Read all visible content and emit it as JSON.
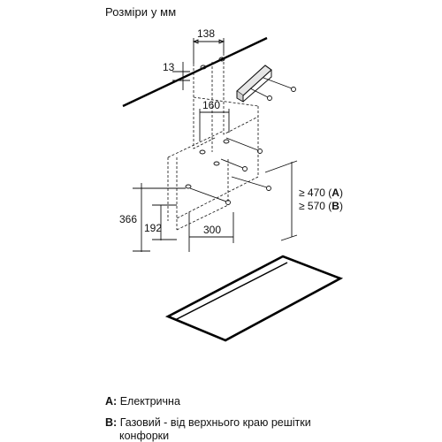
{
  "title": "Розміри у мм",
  "dimensions": {
    "d138": "138",
    "d13": "13",
    "d160": "160",
    "d366": "366",
    "d192": "192",
    "d300": "300",
    "clearance_a_prefix": "≥ 470 (",
    "clearance_a_key": "A",
    "clearance_b_prefix": "≥ 570 (",
    "clearance_b_key": "B",
    "close_paren": ")"
  },
  "legend": {
    "a_key": "A:",
    "a_text": "Електрична",
    "b_key": "B:",
    "b_text_line1": "Газовий - від верхнього краю решітки",
    "b_text_line2": "конфорки"
  }
}
